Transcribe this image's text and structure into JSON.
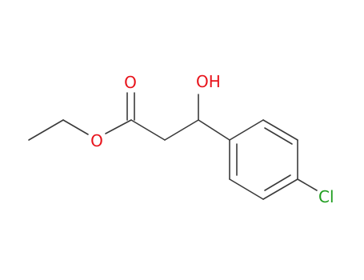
{
  "molecule": {
    "atoms": {
      "carbonyl_oxygen": {
        "label": "O",
        "color": "#e8131b"
      },
      "ester_oxygen": {
        "label": "O",
        "color": "#e8131b"
      },
      "hydroxyl": {
        "label": "OH",
        "color": "#e8131b"
      },
      "chlorine": {
        "label": "Cl",
        "color": "#1f9e1f"
      }
    },
    "bond_color": "#3a3a3a",
    "background": "#ffffff"
  }
}
